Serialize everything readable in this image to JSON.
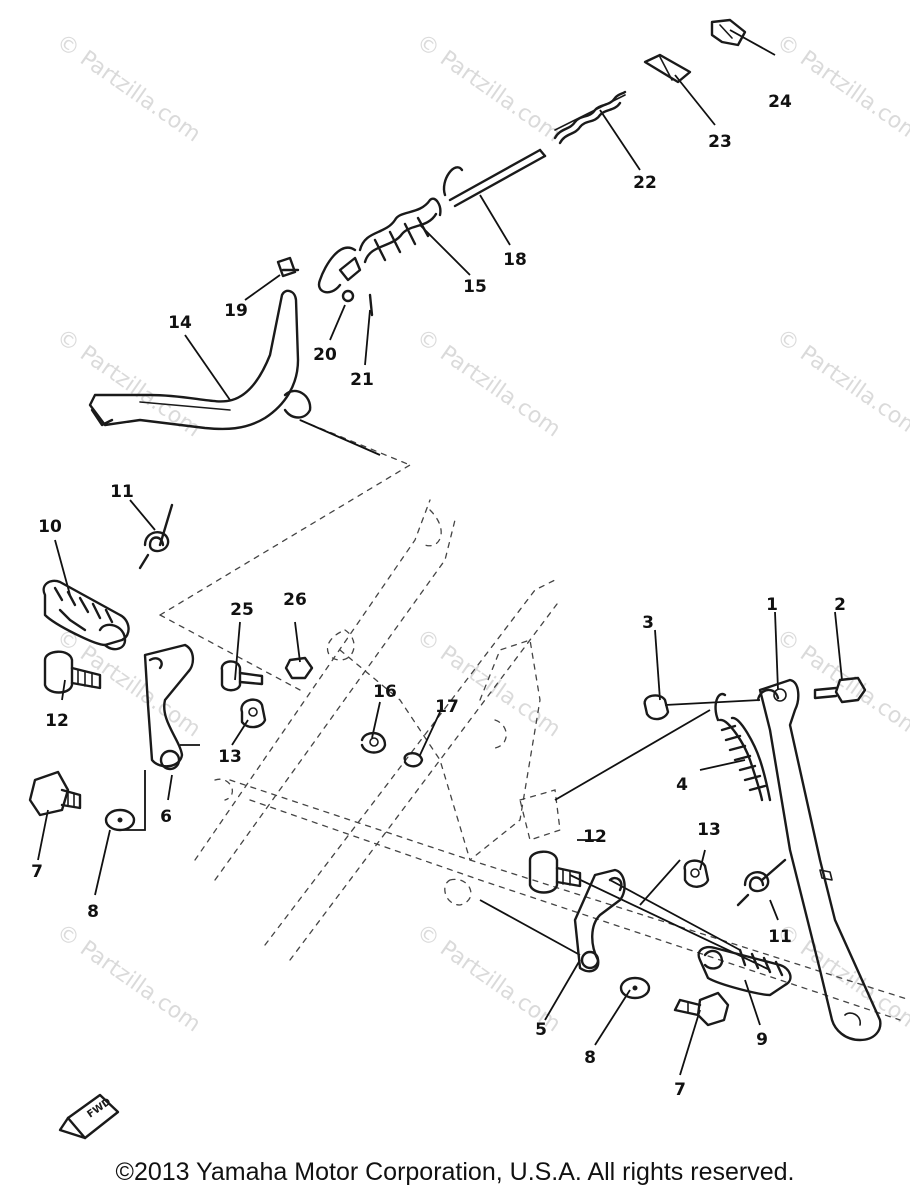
{
  "watermark": {
    "text": "© Partzilla.com"
  },
  "callouts": [
    {
      "key": "c1",
      "label": "1"
    },
    {
      "key": "c2",
      "label": "2"
    },
    {
      "key": "c3",
      "label": "3"
    },
    {
      "key": "c4",
      "label": "4"
    },
    {
      "key": "c5",
      "label": "5"
    },
    {
      "key": "c6",
      "label": "6"
    },
    {
      "key": "c7a",
      "label": "7"
    },
    {
      "key": "c7b",
      "label": "7"
    },
    {
      "key": "c8a",
      "label": "8"
    },
    {
      "key": "c8b",
      "label": "8"
    },
    {
      "key": "c8c",
      "label": "8"
    },
    {
      "key": "c9",
      "label": "9"
    },
    {
      "key": "c10",
      "label": "10"
    },
    {
      "key": "c11a",
      "label": "11"
    },
    {
      "key": "c11b",
      "label": "11"
    },
    {
      "key": "c12a",
      "label": "12"
    },
    {
      "key": "c12b",
      "label": "12"
    },
    {
      "key": "c13a",
      "label": "13"
    },
    {
      "key": "c13b",
      "label": "13"
    },
    {
      "key": "c14",
      "label": "14"
    },
    {
      "key": "c15",
      "label": "15"
    },
    {
      "key": "c16",
      "label": "16"
    },
    {
      "key": "c17",
      "label": "17"
    },
    {
      "key": "c18",
      "label": "18"
    },
    {
      "key": "c19",
      "label": "19"
    },
    {
      "key": "c20",
      "label": "20"
    },
    {
      "key": "c21",
      "label": "21"
    },
    {
      "key": "c22",
      "label": "22"
    },
    {
      "key": "c23",
      "label": "23"
    },
    {
      "key": "c24",
      "label": "24"
    },
    {
      "key": "c25",
      "label": "25"
    },
    {
      "key": "c26",
      "label": "26"
    }
  ],
  "fwd_label": "FWD",
  "copyright": "©2013  Yamaha Motor Corporation, U.S.A. All rights reserved."
}
